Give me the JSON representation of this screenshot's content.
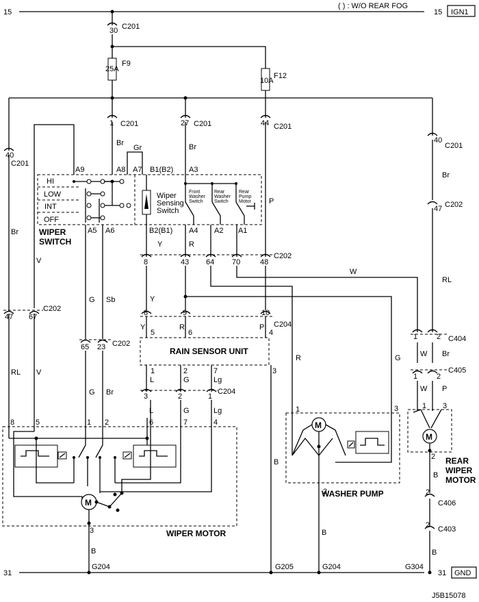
{
  "header": {
    "note": "( ) : W/O REAR FOG",
    "left_num": "15",
    "right_num": "15",
    "ign": "IGN1"
  },
  "footer": {
    "left_num": "31",
    "right_num": "31",
    "gnd": "GND",
    "code": "J5B15078"
  },
  "fuses": {
    "f9": "F9",
    "f9_rating": "25A",
    "f12": "F12",
    "f12_rating": "10A"
  },
  "connectors": {
    "c201": "C201",
    "c202": "C202",
    "c204": "C204",
    "c404": "C404",
    "c405": "C405",
    "c406": "C406",
    "c403": "C403",
    "n30": "30",
    "n1": "1",
    "n27": "27",
    "n44": "44",
    "n40": "40",
    "n47": "47",
    "n8": "8",
    "n43": "43",
    "n64": "64",
    "n70": "70",
    "n48": "48",
    "n9": "9",
    "n10": "10",
    "n5": "5",
    "n6": "6",
    "n4": "4",
    "n2": "2",
    "n3": "3",
    "n7": "7",
    "n65": "65",
    "n23": "23",
    "n67": "67"
  },
  "wires": {
    "br": "Br",
    "gr": "Gr",
    "p": "P",
    "rl": "RL",
    "v": "V",
    "y": "Y",
    "r": "R",
    "g": "G",
    "sb": "Sb",
    "w": "W",
    "l": "L",
    "lg": "Lg",
    "b": "B"
  },
  "switch": {
    "title1": "WIPER",
    "title2": "SWITCH",
    "hi": "HI",
    "low": "LOW",
    "int": "INT",
    "off": "OFF",
    "a9": "A9",
    "a8": "A8",
    "a7": "A7",
    "b1b2": "B1(B2)",
    "a3": "A3",
    "a5": "A5",
    "a6": "A6",
    "b2b1": "B2(B1)",
    "a4": "A4",
    "a2": "A2",
    "a1": "A1",
    "sens1": "Wiper",
    "sens2": "Sensing",
    "sens3": "Switch",
    "fw1": "Front",
    "fw2": "Washer",
    "fw3": "Switch",
    "rw1": "Rear",
    "rw2": "Washer",
    "rw3": "Switch",
    "rp1": "Rear",
    "rp2": "Pump",
    "rp3": "Motor"
  },
  "rain": {
    "label": "RAIN SENSOR UNIT"
  },
  "wiper_motor": {
    "label": "WIPER MOTOR",
    "motor": "M"
  },
  "washer_pump": {
    "label": "WASHER PUMP",
    "motor": "M"
  },
  "rear_motor": {
    "label1": "REAR",
    "label2": "WIPER",
    "label3": "MOTOR",
    "motor": "M"
  },
  "grounds": {
    "g204a": "G204",
    "g205": "G205",
    "g204b": "G204",
    "g304": "G304"
  }
}
